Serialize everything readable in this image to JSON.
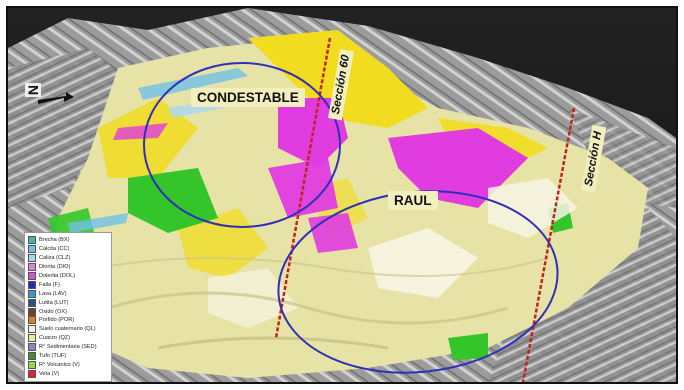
{
  "labels": {
    "condestable": "CONDESTABLE",
    "raul": "RAUL",
    "seccion_60": "Sección 60",
    "seccion_h": "Sección H",
    "north": "N"
  },
  "colors": {
    "ellipse": "#2f2fb8",
    "section_line": "#c0241d",
    "terrain_base": "#e7e3a6",
    "magenta": "#e03ce0",
    "yellow": "#f1dc1f",
    "green": "#33c52a",
    "relief": "#a8a8a8"
  },
  "legend": {
    "items": [
      {
        "label": "Brecha (BX)",
        "color": "#46b3b0"
      },
      {
        "label": "Calcita (CC)",
        "color": "#6fc0e8"
      },
      {
        "label": "Caliza (CLZ)",
        "color": "#a8d8f0"
      },
      {
        "label": "Diorita (DIO)",
        "color": "#e97fd0"
      },
      {
        "label": "Dolerita (DOL)",
        "color": "#d24fd8"
      },
      {
        "label": "Falla (F)",
        "color": "#2233aa"
      },
      {
        "label": "Lava (LAV)",
        "color": "#3a9ad8"
      },
      {
        "label": "Lutita (LUT)",
        "color": "#2b4f8a"
      },
      {
        "label": "Oxido (OX)",
        "color": "#7a3d1f"
      },
      {
        "label": "Porfido (POR)",
        "color": "#e07a3a"
      },
      {
        "label": "Suelo cuaternario (QL)",
        "color": "#f7f2d4"
      },
      {
        "label": "Cuarzo (QZ)",
        "color": "#f3e89a"
      },
      {
        "label": "R° Sedimentaria (SED)",
        "color": "#8a82d0"
      },
      {
        "label": "Tufo (TUF)",
        "color": "#3e8f2e"
      },
      {
        "label": "R° Volcanico (V)",
        "color": "#9ed24a"
      },
      {
        "label": "Veta (V)",
        "color": "#d8252a"
      }
    ]
  }
}
